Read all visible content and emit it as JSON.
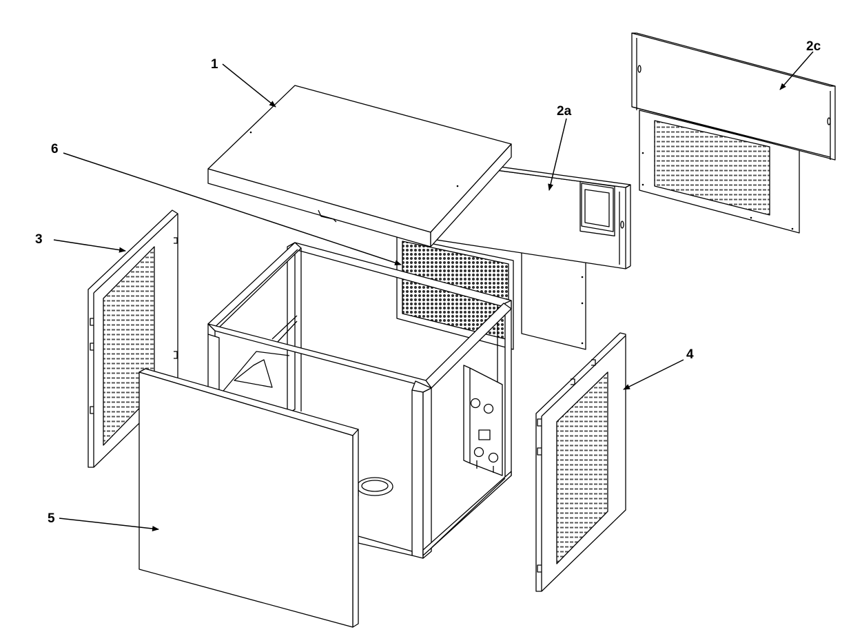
{
  "callouts": {
    "c1": "1",
    "c2a": "2a",
    "c2c": "2c",
    "c3": "3",
    "c4": "4",
    "c5": "5",
    "c6": "6"
  },
  "colors": {
    "line": "#000000",
    "paper": "#ffffff",
    "mesh": "#6a6a6a"
  }
}
